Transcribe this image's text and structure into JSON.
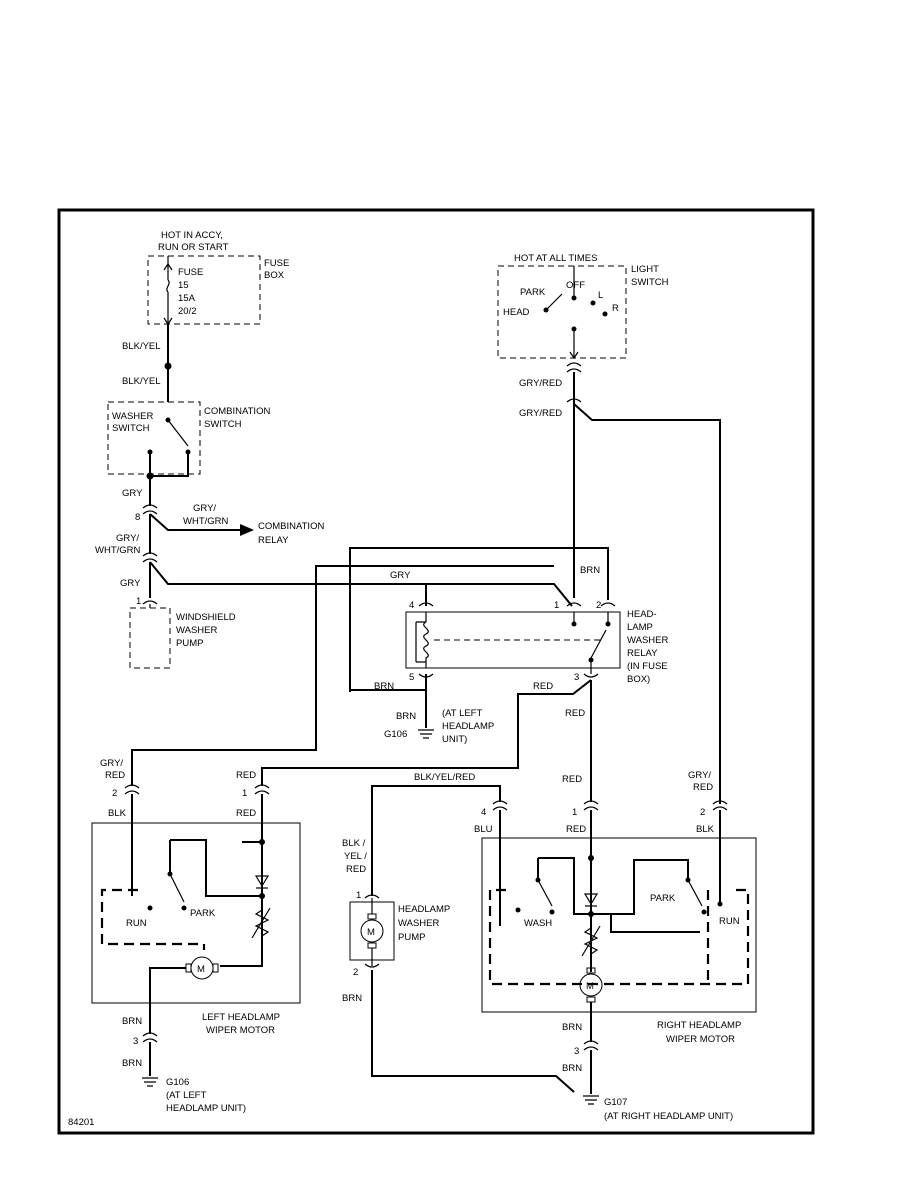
{
  "fuse_box": {
    "hot_line1": "HOT IN ACCY,",
    "hot_line2": "RUN OR START",
    "name_line1": "FUSE",
    "name_line2": "BOX",
    "fuse_line1": "FUSE",
    "fuse_line2": "15",
    "fuse_line3": "15A",
    "fuse_line4": "20/2"
  },
  "light_switch": {
    "hot": "HOT AT ALL TIMES",
    "name_line1": "LIGHT",
    "name_line2": "SWITCH",
    "park": "PARK",
    "off": "OFF",
    "l": "L",
    "r": "R",
    "head": "HEAD"
  },
  "combination_switch": {
    "washer_line1": "WASHER",
    "washer_line2": "SWITCH",
    "name_line1": "COMBINATION",
    "name_line2": "SWITCH"
  },
  "combination_relay": {
    "line1": "COMBINATION",
    "line2": "RELAY"
  },
  "windshield_pump": {
    "line1": "WINDSHIELD",
    "line2": "WASHER",
    "line3": "PUMP",
    "pin": "1"
  },
  "relay": {
    "line1": "HEAD-",
    "line2": "LAMP",
    "line3": "WASHER",
    "line4": "RELAY",
    "line5": "(IN FUSE",
    "line6": "BOX)",
    "pin1": "1",
    "pin2": "2",
    "pin3": "3",
    "pin4": "4",
    "pin5": "5"
  },
  "ground_g106_top": {
    "name": "G106",
    "line1": "(AT LEFT",
    "line2": "HEADLAMP",
    "line3": "UNIT)"
  },
  "left_motor": {
    "name_line1": "LEFT HEADLAMP",
    "name_line2": "WIPER MOTOR",
    "run": "RUN",
    "park": "PARK",
    "pin2": "2",
    "pin1": "1",
    "pin3": "3",
    "motor": "M"
  },
  "ground_g106_bottom": {
    "name": "G106",
    "line1": "(AT LEFT",
    "line2": "HEADLAMP UNIT)"
  },
  "headlamp_pump": {
    "line1": "HEADLAMP",
    "line2": "WASHER",
    "line3": "PUMP",
    "pin1": "1",
    "pin2": "2",
    "motor": "M"
  },
  "right_motor": {
    "name_line1": "RIGHT HEADLAMP",
    "name_line2": "WIPER MOTOR",
    "wash": "WASH",
    "park": "PARK",
    "run": "RUN",
    "pin4": "4",
    "pin1": "1",
    "pin2": "2",
    "pin3": "3",
    "motor": "M"
  },
  "ground_g107": {
    "name": "G107",
    "line1": "(AT RIGHT HEADLAMP UNIT)"
  },
  "wires": {
    "blk_yel_1": "BLK/YEL",
    "blk_yel_2": "BLK/YEL",
    "gry_1": "GRY",
    "pin8": "8",
    "gry_wht_grn_r1": "GRY/",
    "gry_wht_grn_r2": "WHT/GRN",
    "gry_wht_grn_l1": "GRY/",
    "gry_wht_grn_l2": "WHT/GRN",
    "gry_2": "GRY",
    "gry_3": "GRY",
    "gry_red_1": "GRY/RED",
    "gry_red_2": "GRY/RED",
    "brn_top": "BRN",
    "brn_relay5": "BRN",
    "red_relay3": "RED",
    "brn_g106": "BRN",
    "red_relay_down": "RED",
    "gry_red_left1": "GRY/",
    "gry_red_left2": "RED",
    "blk_left": "BLK",
    "red_left1": "RED",
    "red_left2": "RED",
    "blk_yel_red": "BLK/YEL/RED",
    "blu": "BLU",
    "red_right1": "RED",
    "red_right2": "RED",
    "gry_red_right1": "GRY/",
    "gry_red_right2": "RED",
    "blk_right": "BLK",
    "blk_yel_red_v1": "BLK /",
    "blk_yel_red_v2": "YEL /",
    "blk_yel_red_v3": "RED",
    "brn_pump": "BRN",
    "brn_left_1": "BRN",
    "brn_left_2": "BRN",
    "brn_right_1": "BRN",
    "brn_right_2": "BRN"
  },
  "figure_id": "84201"
}
